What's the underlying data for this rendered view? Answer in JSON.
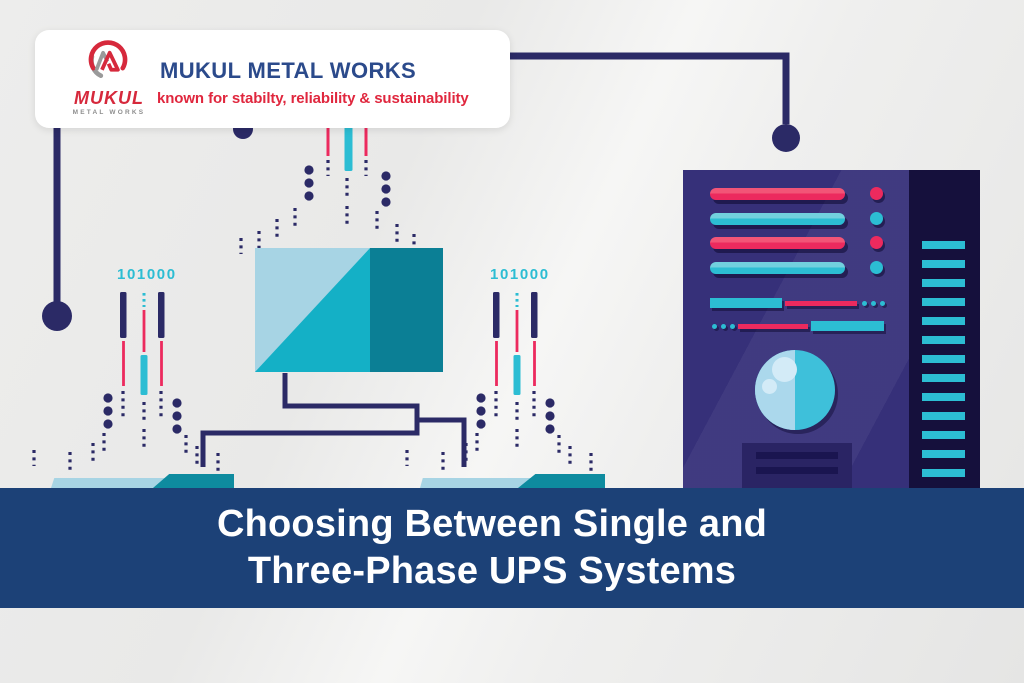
{
  "logo_card": {
    "company_name": "MUKUL METAL WORKS",
    "tagline": "known for stabilty, reliability & sustainability",
    "wordmark": "MUKUL",
    "wordmark_sub": "METAL WORKS"
  },
  "illustration": {
    "left_stream_label": "101000",
    "right_stream_label": "101000"
  },
  "banner": {
    "title_line1": "Choosing Between Single and",
    "title_line2": "Three-Phase UPS Systems"
  },
  "palette": {
    "navy": "#2b2a66",
    "pink": "#ec2a5e",
    "cyan": "#2cbdd3",
    "light_blue": "#a7d4e4",
    "cube_mid": "#14b0c6",
    "cube_dark": "#0b7f95",
    "teal": "#0e8b9f",
    "tower_body": "#363079",
    "tower_dark": "#15103c",
    "tower_vent": "#2a2464",
    "tower_vent_line": "#1a1550",
    "globe_cyan": "#3ec0da",
    "globe_light": "#abd8ec",
    "banner_blue": "#1c4177",
    "brand_navy": "#2b4a8b",
    "brand_red": "#e0273e",
    "logo_red": "#d6293c",
    "logo_gray": "#8e8e8e",
    "white": "#ffffff"
  }
}
